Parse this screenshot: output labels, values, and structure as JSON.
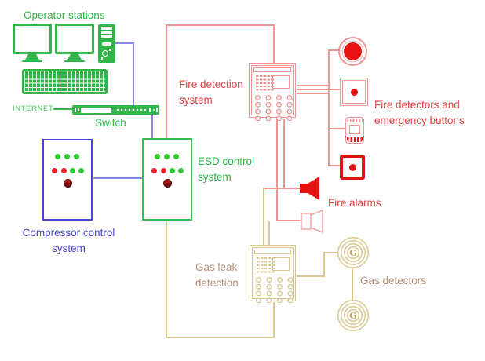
{
  "labels": {
    "operator_stations": "Operator stations",
    "internet": "INTERNET",
    "switch": "Switch",
    "esd": {
      "line1": "ESD control",
      "line2": "system"
    },
    "compressor": {
      "line1": "Compressor control",
      "line2": "system"
    },
    "fire_detection": {
      "line1": "Fire detection",
      "line2": "system"
    },
    "fire_detectors": {
      "line1": "Fire detectors and",
      "line2": "emergency buttons"
    },
    "fire_alarms": "Fire alarms",
    "gas_leak": {
      "line1": "Gas leak",
      "line2": "detection"
    },
    "gas_detectors": "Gas detectors"
  },
  "gas_detector_glyphs": {
    "top": "G",
    "bottom": "G"
  },
  "colors": {
    "green": "#33b44a",
    "green_text": "#2cb347",
    "internet_text": "#7fcf8d",
    "blue_border": "#4747d2",
    "blue_text": "#4444cc",
    "blue_line": "#8686e8",
    "salmon_line": "#f09595",
    "red_text": "#e04040",
    "bright_red": "#e81212",
    "tan_line": "#d9c892",
    "tan_text": "#b3907b",
    "led_green": "#2ecc2e",
    "led_red": "#ee2222",
    "led_dark": "#4a0d0d"
  }
}
